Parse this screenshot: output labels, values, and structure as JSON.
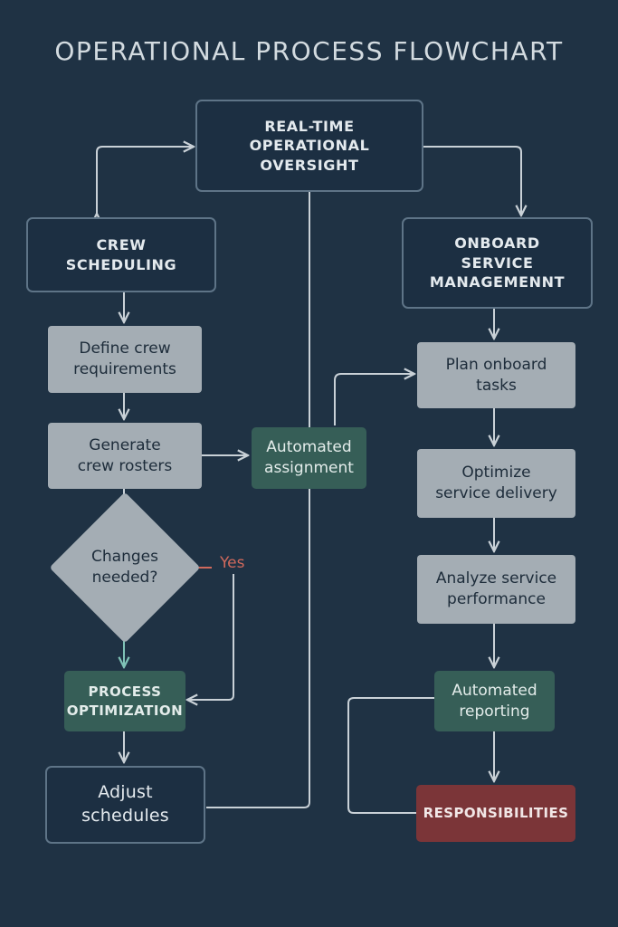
{
  "title": "OPERATIONAL PROCESS FLOWCHART",
  "nodes": {
    "oversight": "REAL-TIME\nOPERATIONAL\nOVERSIGHT",
    "crew_scheduling": "CREW\nSCHEDULING",
    "onboard_service": "ONBOARD\nSERVICE\nMANAGEMENNT",
    "define_crew": "Define crew\nrequirements",
    "generate_rosters": "Generate\ncrew rosters",
    "automated_assignment": "Automated\nassignment",
    "changes_needed": "Changes\nneeded?",
    "process_optimization": "PROCESS\nOPTIMIZATION",
    "adjust_schedules": "Adjust\nschedules",
    "plan_onboard": "Plan onboard\ntasks",
    "optimize_service": "Optimize\nservice delivery",
    "analyze_performance": "Analyze service\nperformance",
    "automated_reporting": "Automated\nreporting",
    "responsibilities": "RESPONSIBILITIES"
  },
  "edge_labels": {
    "yes": "Yes"
  },
  "colors": {
    "background": "#1f3244",
    "dark_node": "#1c2f42",
    "light_node": "#a4adb4",
    "green_node": "#365e57",
    "red_node": "#7b3538",
    "connector": "#c9d1d7",
    "connector_green": "#7fc2b6",
    "yes_accent": "#d0695c"
  }
}
